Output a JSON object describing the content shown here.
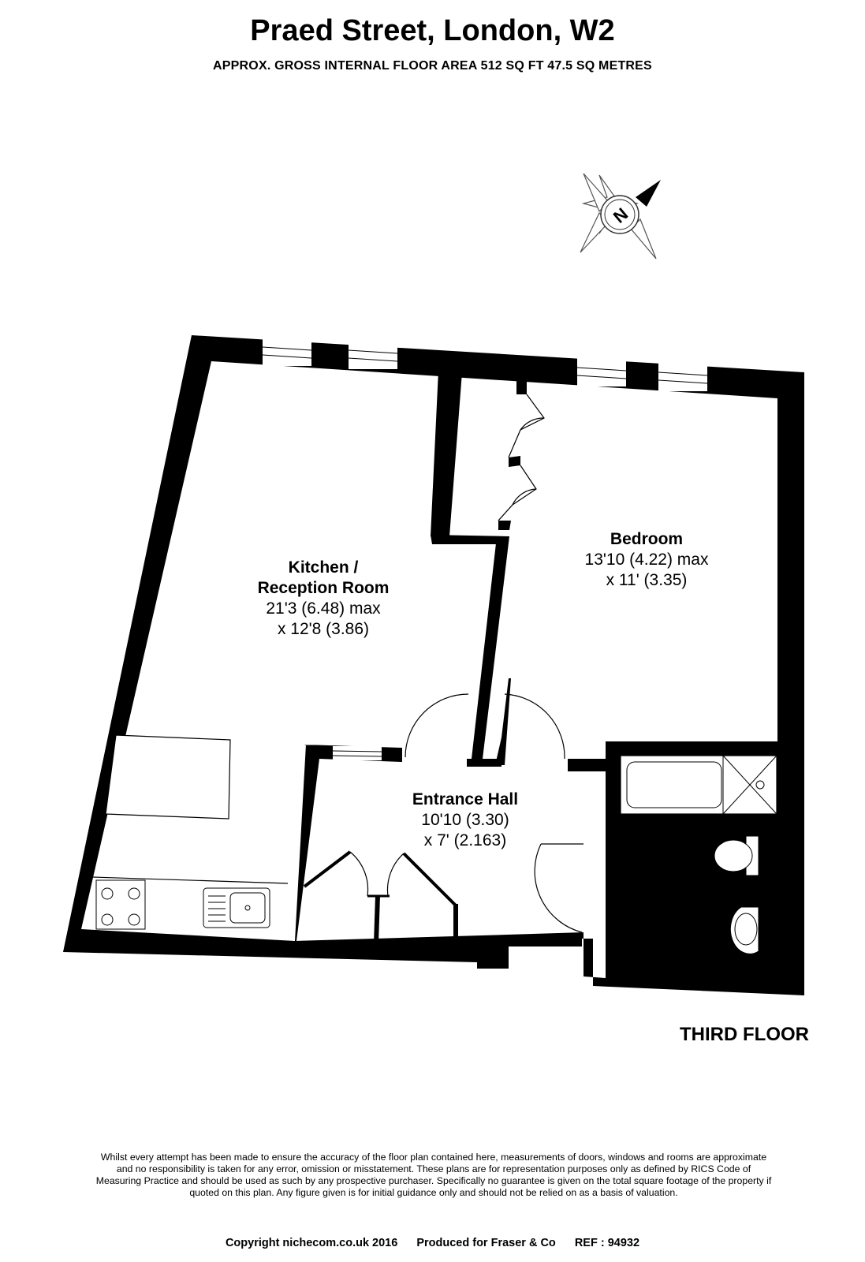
{
  "header": {
    "title": "Praed Street, London, W2",
    "area": "APPROX. GROSS INTERNAL FLOOR AREA 512 SQ FT 47.5 SQ METRES"
  },
  "compass": {
    "label": "N",
    "icon": "north-compass-icon"
  },
  "rooms": {
    "kitchen": {
      "name_line1": "Kitchen /",
      "name_line2": "Reception Room",
      "dim1": "21'3 (6.48) max",
      "dim2": "x 12'8 (3.86)"
    },
    "bedroom": {
      "name": "Bedroom",
      "dim1": "13'10 (4.22) max",
      "dim2": "x 11' (3.35)"
    },
    "hall": {
      "name": "Entrance Hall",
      "dim1": "10'10 (3.30)",
      "dim2": "x 7' (2.163)"
    }
  },
  "floor_label": "THIRD FLOOR",
  "disclaimer": "Whilst every attempt has been made to ensure the accuracy of the floor plan contained here, measurements of doors, windows and rooms are approximate and no responsibility is taken for any error, omission or misstatement. These plans are for representation purposes only as defined by RICS Code of Measuring Practice and should be used as such by any prospective purchaser. Specifically no guarantee is given on the total square footage of the property if quoted on this plan. Any figure given is for initial guidance only and should not be relied on as a basis of valuation.",
  "footer": {
    "copyright": "Copyright nichecom.co.uk 2016",
    "produced": "Produced for Fraser & Co",
    "ref": "REF : 94932"
  }
}
